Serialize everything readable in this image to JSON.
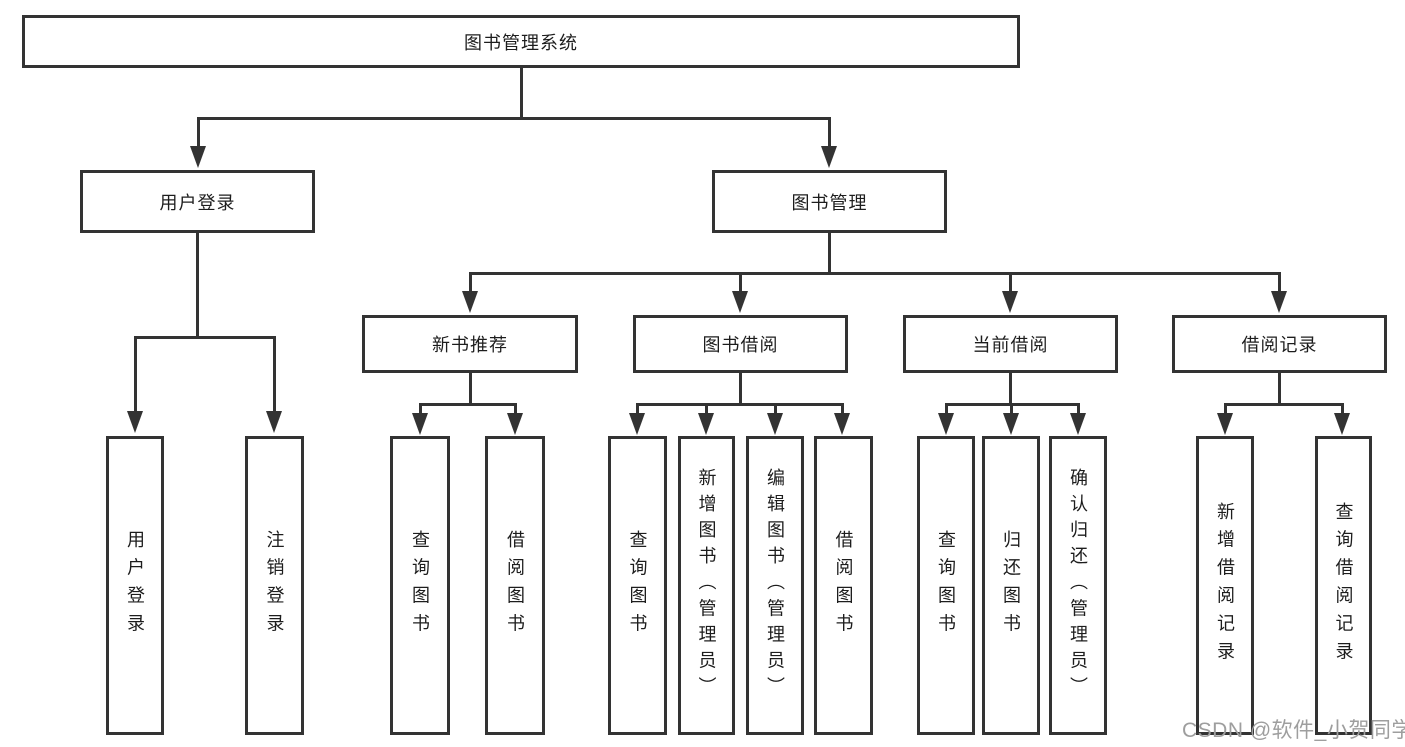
{
  "diagram": {
    "title": "图书管理系统",
    "type": "hierarchy-tree",
    "colors": {
      "line": "#333333",
      "box_bg": "#ffffff",
      "background": "#ffffff",
      "watermark": "#9e9e9e"
    },
    "nodes": {
      "root": {
        "label": "图书管理系统"
      },
      "user_login": {
        "label": "用户登录"
      },
      "book_mgmt": {
        "label": "图书管理"
      },
      "new_book_rec": {
        "label": "新书推荐"
      },
      "book_borrow": {
        "label": "图书借阅"
      },
      "current_borrow": {
        "label": "当前借阅"
      },
      "borrow_records": {
        "label": "借阅记录"
      },
      "leaf_user_login": {
        "label": "用户登录"
      },
      "leaf_logout": {
        "label": "注销登录"
      },
      "leaf_query_books_rec": {
        "label": "查询图书"
      },
      "leaf_borrow_books_rec": {
        "label": "借阅图书"
      },
      "leaf_query_books_borrow": {
        "label": "查询图书"
      },
      "leaf_add_books": {
        "label": "新增图书（管理员）"
      },
      "leaf_edit_books": {
        "label": "编辑图书（管理员）"
      },
      "leaf_borrow_books_borrow": {
        "label": "借阅图书"
      },
      "leaf_query_books_current": {
        "label": "查询图书"
      },
      "leaf_return_books": {
        "label": "归还图书"
      },
      "leaf_confirm_return": {
        "label": "确认归还（管理员）"
      },
      "leaf_add_borrow_record": {
        "label": "新增借阅记录"
      },
      "leaf_query_borrow_record": {
        "label": "查询借阅记录"
      }
    },
    "hierarchy": {
      "root": [
        "user_login",
        "book_mgmt"
      ],
      "user_login": [
        "leaf_user_login",
        "leaf_logout"
      ],
      "book_mgmt": [
        "new_book_rec",
        "book_borrow",
        "current_borrow",
        "borrow_records"
      ],
      "new_book_rec": [
        "leaf_query_books_rec",
        "leaf_borrow_books_rec"
      ],
      "book_borrow": [
        "leaf_query_books_borrow",
        "leaf_add_books",
        "leaf_edit_books",
        "leaf_borrow_books_borrow"
      ],
      "current_borrow": [
        "leaf_query_books_current",
        "leaf_return_books",
        "leaf_confirm_return"
      ],
      "borrow_records": [
        "leaf_add_borrow_record",
        "leaf_query_borrow_record"
      ]
    },
    "watermark": "CSDN @软件_小贺同学"
  }
}
